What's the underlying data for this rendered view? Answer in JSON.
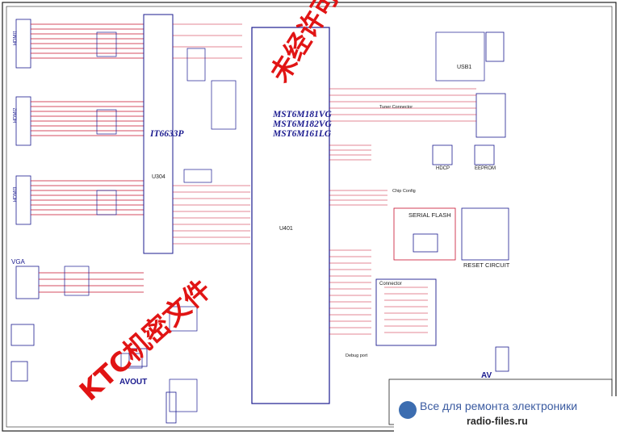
{
  "chips": {
    "hdmi_switch": "IT6633P",
    "hdmi_switch_ref": "U304",
    "soc_ref": "U401",
    "soc_models": [
      "MST6M181VG",
      "MST6M182VG",
      "MST6M161LG"
    ]
  },
  "labels": {
    "vga": "VGA",
    "hdmi1": "HDMI1",
    "hdmi2": "HDMI2",
    "hdmi3": "HDMI3",
    "avout": "AVOUT",
    "av": "AV",
    "serial_flash": "SERIAL FLASH",
    "reset_circuit": "RESET CIRCUIT",
    "connector": "Connector",
    "usb": "USB1",
    "debug_port": "Debug port",
    "eeprom": "EEPROM",
    "hdcp": "HDCP",
    "tuner_connector": "Tuner Connector",
    "chip_config": "Chip Config"
  },
  "watermark": {
    "top_right": "未经许可不得扩散",
    "bottom_left": "KTC机密文件"
  },
  "footer": {
    "site_title": "Все для ремонта электроники",
    "site_url": "radio-files.ru"
  },
  "colors": {
    "wire": "#c8102e",
    "part": "#1b1b8f",
    "frame": "#202020",
    "watermark": "#e11414"
  }
}
